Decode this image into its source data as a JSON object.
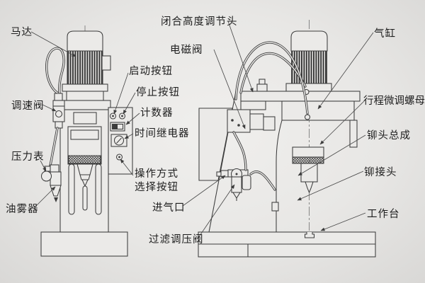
{
  "colors": {
    "background": "#e8e7e5",
    "line": "#3c3c3c",
    "text": "#1e1e1e"
  },
  "labels": {
    "motor": "马达",
    "speed_valve": "调速阀",
    "pressure_gauge": "压力表",
    "oil_mister": "油雾器",
    "close_height_adjuster": "闭合高度调节头",
    "solenoid_valve": "电磁阀",
    "start_button": "启动按钮",
    "stop_button": "停止按钮",
    "counter": "计数器",
    "time_relay": "时间继电器",
    "operation_mode_line1": "操作方式",
    "operation_mode_line2": "选择按钮",
    "air_inlet": "进气口",
    "filter_regulator_valve": "过滤调压阀",
    "air_cylinder": "气缸",
    "stroke_fine_adjust_nut": "行程微调螺母",
    "rivet_head_assembly": "铆头总成",
    "rivet_joint": "铆接头",
    "worktable": "工作台"
  }
}
